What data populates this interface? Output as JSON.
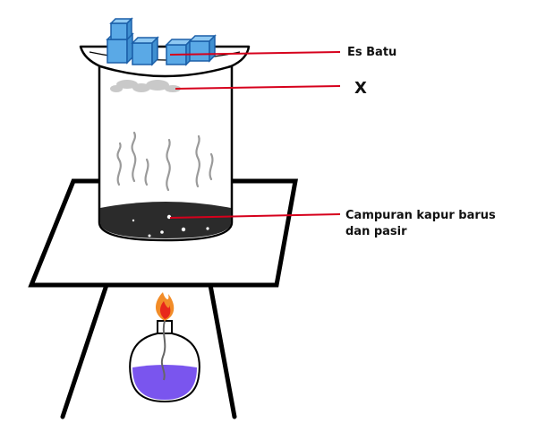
{
  "labels": {
    "ice": "Es Batu",
    "x": "X",
    "mixture_line1": "Campuran kapur barus",
    "mixture_line2": "dan pasir"
  },
  "colors": {
    "outline": "#000000",
    "pointer": "#d6001c",
    "ice_fill": "#5aa9e6",
    "ice_stroke": "#1b5fa8",
    "mixture": "#2b2b2b",
    "vapor": "#9a9a9a",
    "spirit": "#7a55ee",
    "flame_outer": "#f28c28",
    "flame_inner": "#e8271b"
  }
}
